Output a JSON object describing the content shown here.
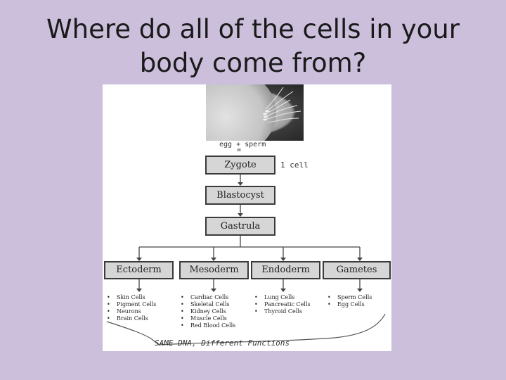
{
  "title_line1": "Where do all of the cells in your",
  "title_line2": "body come from?",
  "diagram": {
    "photo_caption": "egg + sperm",
    "equals": "=",
    "zygote": "Zygote",
    "zygote_note": "1 cell",
    "blastocyst": "Blastocyst",
    "gastrula": "Gastrula",
    "germ_layers": [
      {
        "label": "Ectoderm",
        "cells": [
          "Skin Cells",
          "Pigment Cells",
          "Neurons",
          "Brain Cells"
        ]
      },
      {
        "label": "Mesoderm",
        "cells": [
          "Cardiac Cells",
          "Skeletal Cells",
          "Kidney Cells",
          "Muscle Cells",
          "Red Blood Cells"
        ]
      },
      {
        "label": "Endoderm",
        "cells": [
          "Lung Cells",
          "Pancreatic Cells",
          "Thyroid Cells"
        ]
      },
      {
        "label": "Gametes",
        "cells": [
          "Sperm Cells",
          "Egg Cells"
        ]
      }
    ],
    "footer_note": "SAME DNA, Different Functions"
  },
  "colors": {
    "background": "#cbbfdb",
    "box_fill": "#d6d6d6",
    "box_border": "#3a3a3a"
  }
}
